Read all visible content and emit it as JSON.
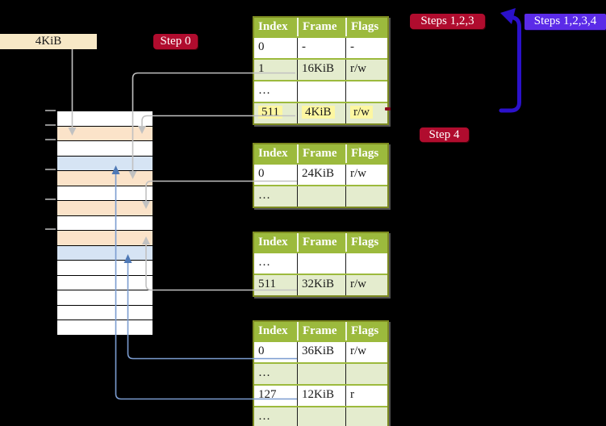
{
  "palette": {
    "background": "#000000",
    "header_green": "#9CBA3D",
    "row_green": "#E4ECCE",
    "border_olive": "#7D8B21",
    "peach": "#FBE3C9",
    "light_blue": "#D6E4F4",
    "highlight_yellow": "#FDF7A1",
    "crimson": "#B00C2E",
    "violet": "#5B2BE8",
    "arrow_blue": "#2B11CB",
    "connector_gray": "#C1C1C1",
    "connector_blue": "#7B9CD0",
    "connector_blue_head": "#4F79B6",
    "cream": "#F7E8C6",
    "tick_gray": "#8E8E8E"
  },
  "labels": {
    "frame_size": "4KiB",
    "step0": "Step 0",
    "steps123": "Steps 1,2,3",
    "steps1234": "Steps 1,2,3,4",
    "step4": "Step 4"
  },
  "memory": {
    "cells": [
      "white",
      "peach",
      "white",
      "blue",
      "peach",
      "white",
      "peach",
      "white",
      "peach",
      "blue",
      "white",
      "white",
      "white",
      "white",
      "white"
    ]
  },
  "tables": [
    {
      "name": "page-table-1",
      "headers": [
        "Index",
        "Frame",
        "Flags"
      ],
      "rows": [
        {
          "cells": [
            "0",
            "-",
            "-"
          ]
        },
        {
          "cells": [
            "1",
            "16KiB",
            "r/w"
          ]
        },
        {
          "cells": [
            "…",
            "",
            ""
          ]
        },
        {
          "cells": [
            "511",
            "4KiB",
            "r/w"
          ],
          "highlighted": true
        }
      ]
    },
    {
      "name": "page-table-2",
      "headers": [
        "Index",
        "Frame",
        "Flags"
      ],
      "rows": [
        {
          "cells": [
            "0",
            "24KiB",
            "r/w"
          ]
        },
        {
          "cells": [
            "…",
            "",
            ""
          ]
        }
      ]
    },
    {
      "name": "page-table-3",
      "headers": [
        "Index",
        "Frame",
        "Flags"
      ],
      "rows": [
        {
          "cells": [
            "…",
            "",
            ""
          ]
        },
        {
          "cells": [
            "511",
            "32KiB",
            "r/w"
          ]
        }
      ]
    },
    {
      "name": "page-table-4",
      "headers": [
        "Index",
        "Frame",
        "Flags"
      ],
      "rows": [
        {
          "cells": [
            "0",
            "36KiB",
            "r/w"
          ]
        },
        {
          "cells": [
            "…",
            "",
            ""
          ]
        },
        {
          "cells": [
            "127",
            "12KiB",
            "r"
          ]
        },
        {
          "cells": [
            "…",
            "",
            ""
          ]
        }
      ]
    }
  ],
  "connectors": [
    {
      "from": "4KiB label",
      "to": "memory frame 4KiB",
      "style": "gray"
    },
    {
      "from": "page-table-1 entry 1 (16KiB)",
      "to": "memory frame 16KiB",
      "style": "gray"
    },
    {
      "from": "page-table-1 entry 511 (4KiB)",
      "to": "memory frame 4KiB",
      "style": "gray"
    },
    {
      "from": "page-table-2 entry 0 (24KiB)",
      "to": "memory frame 24KiB",
      "style": "gray"
    },
    {
      "from": "page-table-3 entry 511 (32KiB)",
      "to": "memory frame 32KiB",
      "style": "gray"
    },
    {
      "from": "page-table-4 entry 0 (36KiB)",
      "to": "memory frame 36KiB",
      "style": "blue"
    },
    {
      "from": "page-table-4 entry 127 (12KiB)",
      "to": "memory frame 12KiB",
      "style": "blue"
    },
    {
      "from": "page-table-1 bottom",
      "to": "Steps 1,2,3 label",
      "style": "thick-blue-loop"
    }
  ]
}
